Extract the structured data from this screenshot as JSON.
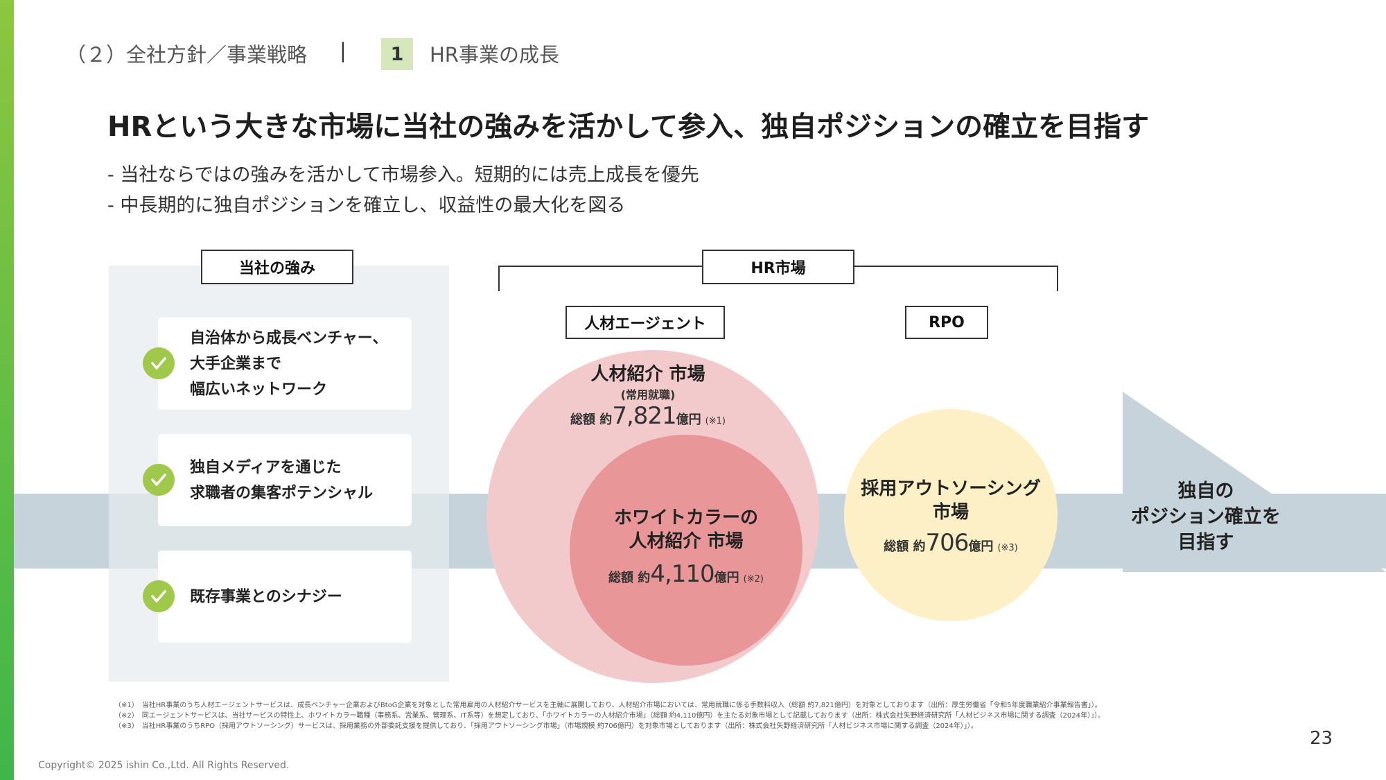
{
  "header": {
    "section": "（２）全社方針／事業戦略",
    "separator": "|",
    "number": "1",
    "subtitle": "HR事業の成長"
  },
  "title": "HRという大きな市場に当社の強みを活かして参入、独自ポジションの確立を目指す",
  "bullets": [
    "- 当社ならではの強みを活かして市場参入。短期的には売上成長を優先",
    "- 中長期的に独自ポジションを確立し、収益性の最大化を図る"
  ],
  "strengths": {
    "label": "当社の強み",
    "items": [
      "自治体から成長ベンチャー、\n大手企業まで\n幅広いネットワーク",
      "独自メディアを通じた\n求職者の集客ポテンシャル",
      "既存事業とのシナジー"
    ]
  },
  "market": {
    "label": "HR市場",
    "agent_label": "人材エージェント",
    "rpo_label": "RPO",
    "placement": {
      "title": "人材紹介 市場",
      "sub": "(常用就職)",
      "amount_prefix": "総額 約",
      "amount": "7,821",
      "unit": "億円",
      "note": "(※1)"
    },
    "white_collar": {
      "title": "ホワイトカラーの\n人材紹介 市場",
      "amount_prefix": "総額 約",
      "amount": "4,110",
      "unit": "億円",
      "note": "(※2)"
    },
    "rpo": {
      "title": "採用アウトソーシング\n市場",
      "amount_prefix": "総額 約",
      "amount": "706",
      "unit": "億円",
      "note": "(※3)"
    }
  },
  "goal": "独自の\nポジション確立を\n目指す",
  "footnotes": [
    "（※1）　当社HR事業のうち人材エージェントサービスは、成長ベンチャー企業およびBtoG企業を対象とした常用雇用の人材紹介サービスを主軸に展開しており、人材紹介市場においては、常用就職に係る手数料収入（総額 約7,821億円）を対象としております（出所：厚生労働省「令和5年度職業紹介事業報告書」）。",
    "（※2）　同エージェントサービスは、当社サービスの特性上、ホワイトカラー職種（事務系、営業系、管理系、IT系等）を想定しており、「ホワイトカラーの人材紹介市場」（総額 約4,110億円）を主たる対象市場として記載しております（出所：株式会社矢野経済研究所「人材ビジネス市場に関する調査（2024年）」）。",
    "（※3）　当社HR事業のうちRPO（採用アウトソーシング）サービスは、採用業務の外部委託支援を提供しており、「採用アウトソーシング市場」（市場規模 約706億円）を対象市場としております（出所：株式会社矢野経済研究所「人材ビジネス市場に関する調査（2024年）」）。"
  ],
  "page_number": "23",
  "copyright": "Copyright©  2025 ishin Co.,Ltd. All Rights Reserved.",
  "colors": {
    "accent_green": "#8dc63f",
    "check_green": "#a0c84a",
    "band_gray": "#c7d3da",
    "circle_pink": "#f3cacb",
    "circle_red": "#e99698",
    "circle_yellow": "#fdf0c7"
  }
}
